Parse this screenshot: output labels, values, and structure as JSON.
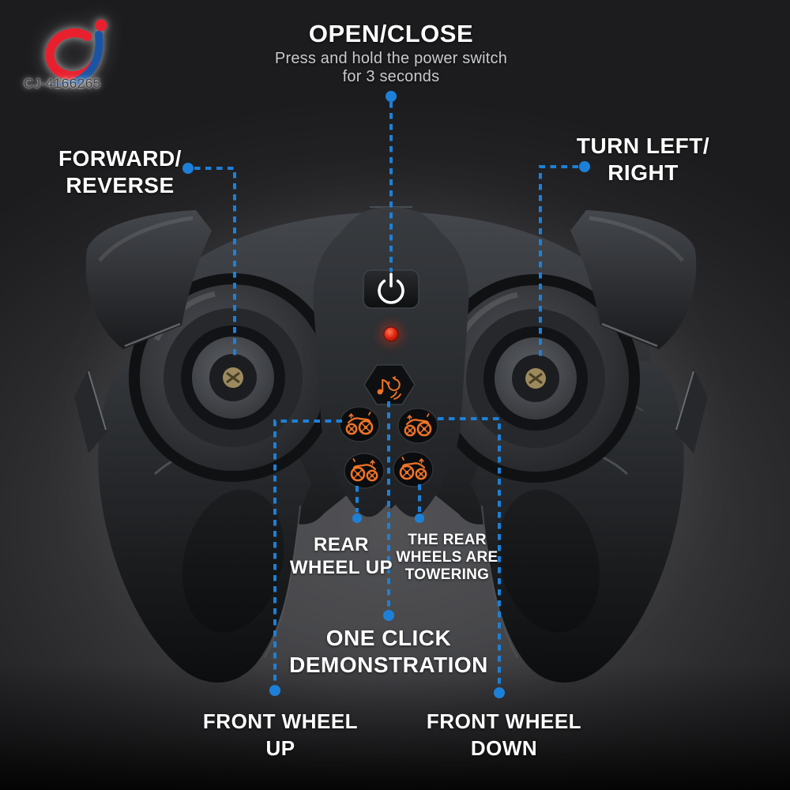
{
  "logo": {
    "code": "CJ-4166265"
  },
  "callouts": {
    "open_close": {
      "title": "OPEN/CLOSE",
      "desc1": "Press and hold the power switch",
      "desc2": "for 3 seconds"
    },
    "forward_reverse": {
      "l1": "FORWARD/",
      "l2": "REVERSE"
    },
    "turn_left_right": {
      "l1": "TURN LEFT/",
      "l2": "RIGHT"
    },
    "rear_wheel_up": {
      "l1": "REAR",
      "l2": "WHEEL UP"
    },
    "rear_wheels_towering": {
      "l1": "THE REAR",
      "l2": "WHEELS ARE",
      "l3": "TOWERING"
    },
    "one_click_demo": {
      "l1": "ONE CLICK",
      "l2": "DEMONSTRATION"
    },
    "front_wheel_up": {
      "l1": "FRONT WHEEL",
      "l2": "UP"
    },
    "front_wheel_down": {
      "l1": "FRONT WHEEL",
      "l2": "DOWN"
    }
  },
  "colors": {
    "callout_blue": "#1d80d8",
    "icon_orange": "#f07428",
    "led_red": "#d92210",
    "logo_red": "#e8202e",
    "logo_blue": "#1a55a5",
    "label_white": "#ffffff",
    "subtitle_gray": "#c9cacc"
  },
  "icons": {
    "power": "power-icon",
    "led": "status-led",
    "demo": "one-click-demo-icon",
    "buttons": [
      "front-wheel-up-icon",
      "front-wheel-down-icon",
      "rear-wheel-up-icon",
      "rear-wheels-towering-icon"
    ]
  }
}
